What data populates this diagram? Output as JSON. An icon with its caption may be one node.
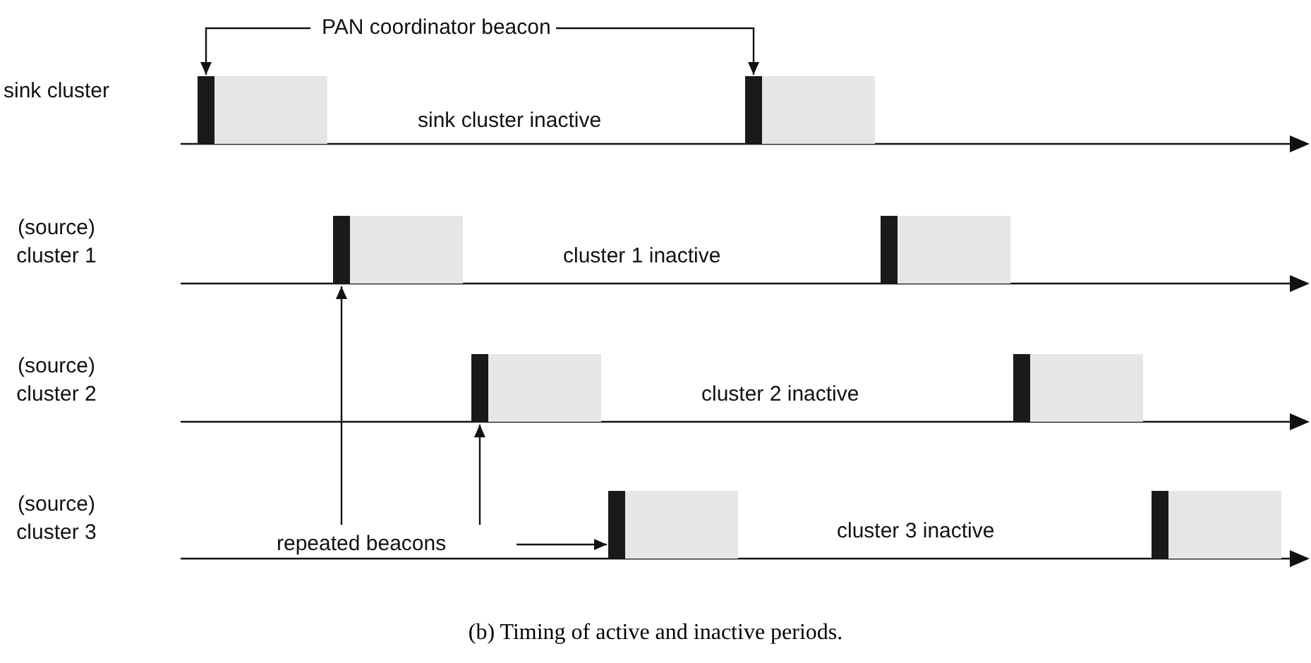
{
  "diagram": {
    "caption": "(b) Timing of active and inactive periods.",
    "nodes": [
      {
        "text": [
          "PAN coordinator beacon"
        ]
      },
      {
        "text": [
          "repeated beacons"
        ]
      },
      {
        "text": [],
        "shape": "bar"
      },
      {
        "text": [],
        "shape": "bar"
      },
      {
        "text": [],
        "shape": "bar"
      },
      {
        "text": [],
        "shape": "bar"
      },
      {
        "text": [],
        "shape": "bar"
      },
      {
        "text": [],
        "shape": "bar"
      },
      {
        "text": [],
        "shape": "bar"
      },
      {
        "text": [],
        "shape": "bar"
      }
    ],
    "edges": [
      {
        "from": 0,
        "to": 2,
        "arrow": "to"
      },
      {
        "from": 0,
        "to": 3,
        "arrow": "to"
      },
      {
        "from": 1,
        "to": 4,
        "arrow": "to"
      },
      {
        "from": 1,
        "to": 6,
        "arrow": "to"
      },
      {
        "from": 1,
        "to": 8,
        "arrow": "to"
      }
    ],
    "labels": [
      "sink cluster",
      "sink cluster inactive",
      "(source) cluster 1",
      "cluster 1 inactive",
      "(source) cluster 2",
      "cluster 2 inactive",
      "(source) cluster 3",
      "cluster 3 inactive"
    ]
  }
}
